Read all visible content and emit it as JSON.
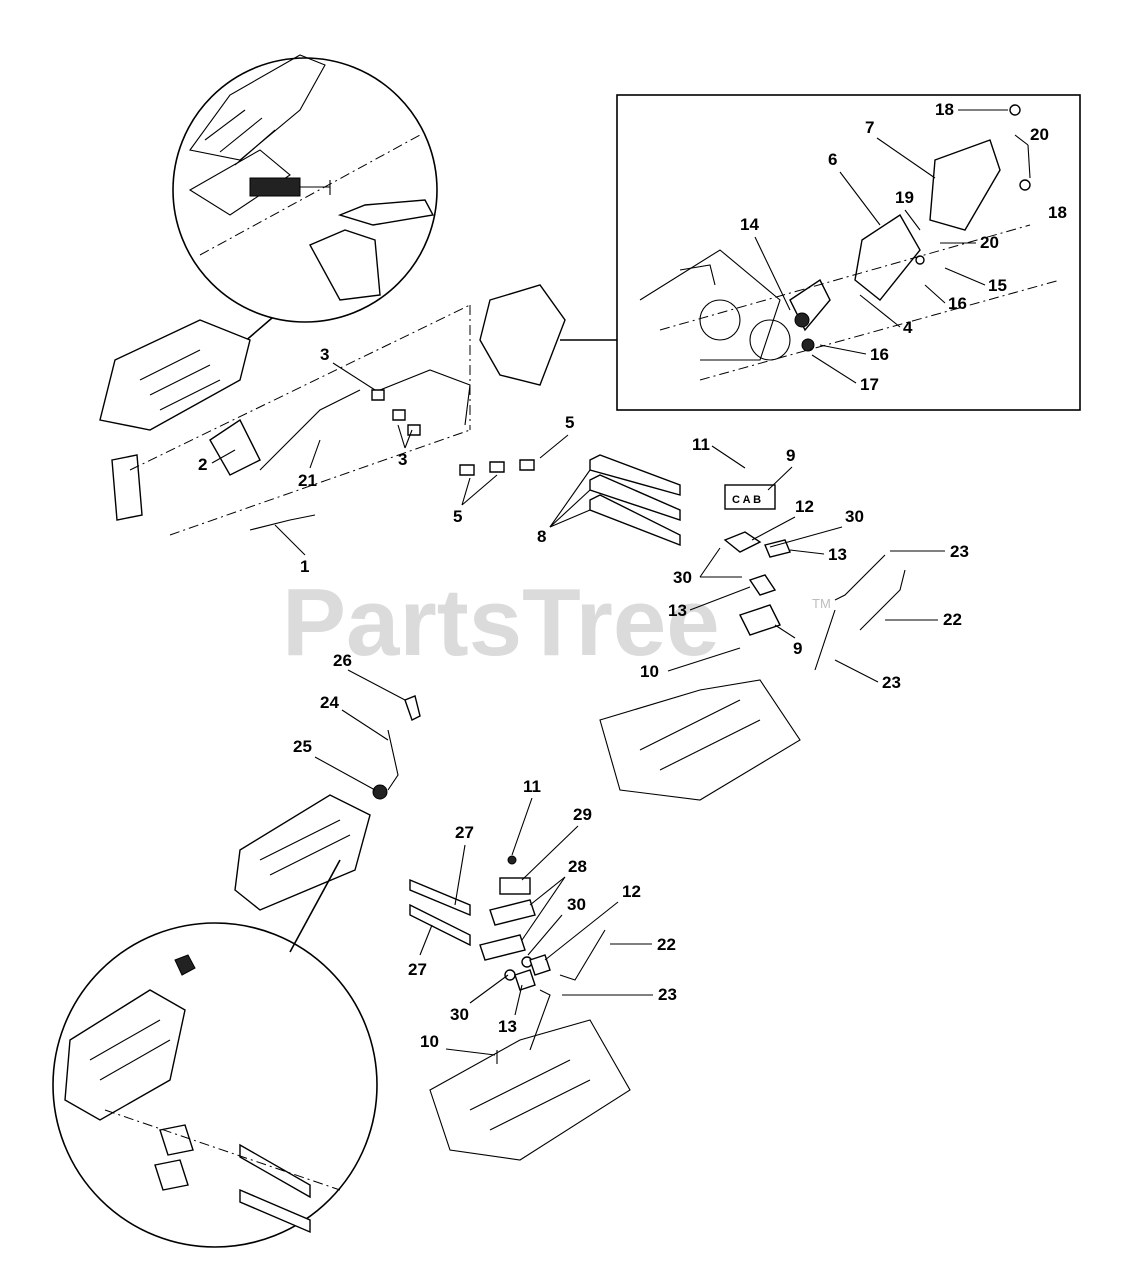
{
  "watermark": {
    "text": "PartsTree",
    "tm": "TM"
  },
  "callouts": {
    "c18a": "18",
    "c7": "7",
    "c20a": "20",
    "c6": "6",
    "c18b": "18",
    "c14": "14",
    "c19": "19",
    "c20b": "20",
    "c15": "15",
    "c16a": "16",
    "c4": "4",
    "c16b": "16",
    "c17": "17",
    "c3a": "3",
    "c3b": "3",
    "c2": "2",
    "c21": "21",
    "c1": "1",
    "c5a": "5",
    "c5b": "5",
    "c8": "8",
    "c11a": "11",
    "c9a": "9",
    "c12a": "12",
    "c30a": "30",
    "c13a": "13",
    "c30b": "30",
    "c13b": "13",
    "c23a": "23",
    "c22a": "22",
    "c9b": "9",
    "c10a": "10",
    "c23b": "23",
    "c26": "26",
    "c24": "24",
    "c25": "25",
    "c11b": "11",
    "c29": "29",
    "c28": "28",
    "c27a": "27",
    "c30c": "30",
    "c12b": "12",
    "c22b": "22",
    "c27b": "27",
    "c23c": "23",
    "c30d": "30",
    "c13c": "13",
    "c10b": "10"
  },
  "block_marking": "C A B"
}
